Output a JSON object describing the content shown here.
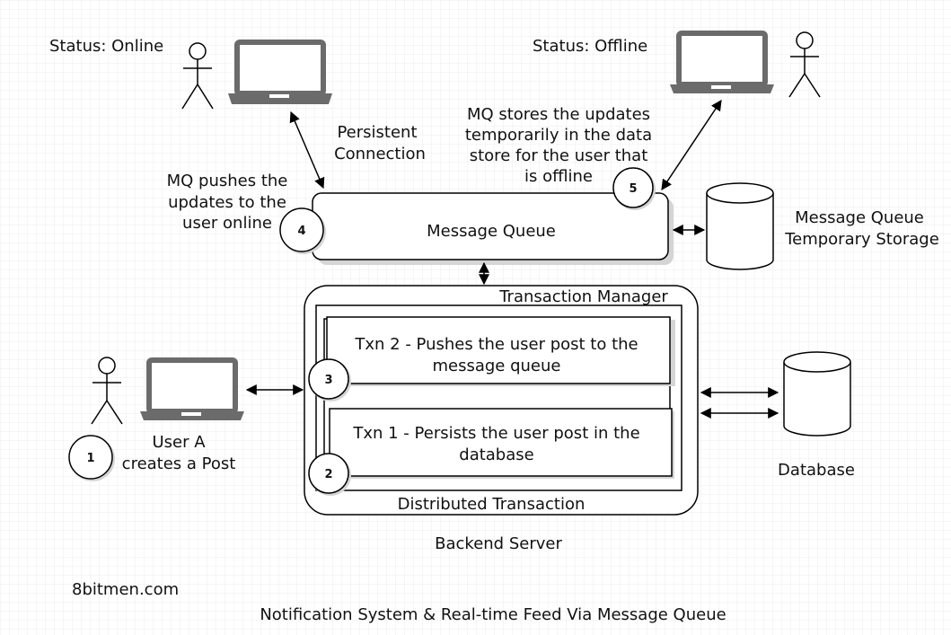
{
  "labels": {
    "status_online": "Status: Online",
    "status_offline": "Status: Offline",
    "persistent_1": "Persistent",
    "persistent_2": "Connection",
    "mq_stores_1": "MQ stores the updates",
    "mq_stores_2": "temporarily in the data",
    "mq_stores_3": "store for the user that",
    "mq_stores_4": "is offline",
    "mq_push_1": "MQ pushes the",
    "mq_push_2": "updates to the",
    "mq_push_3": "user online",
    "message_queue": "Message Queue",
    "mq_storage_1": "Message Queue",
    "mq_storage_2": "Temporary Storage",
    "transaction_manager": "Transaction Manager",
    "txn2_1": "Txn 2 - Pushes the user post to the",
    "txn2_2": "message queue",
    "txn1_1": "Txn 1 - Persists the user post in the",
    "txn1_2": "database",
    "user_a_1": "User A",
    "user_a_2": "creates a Post",
    "database": "Database",
    "distributed_transaction": "Distributed Transaction",
    "backend_server": "Backend Server",
    "brand": "8bitmen.com",
    "title": "Notification System & Real-time Feed Via Message Queue"
  },
  "steps": [
    "1",
    "2",
    "3",
    "4",
    "5"
  ],
  "colors": {
    "grid": "#e6e6e6",
    "laptop": "#6b6b6b",
    "stroke": "#000000"
  }
}
